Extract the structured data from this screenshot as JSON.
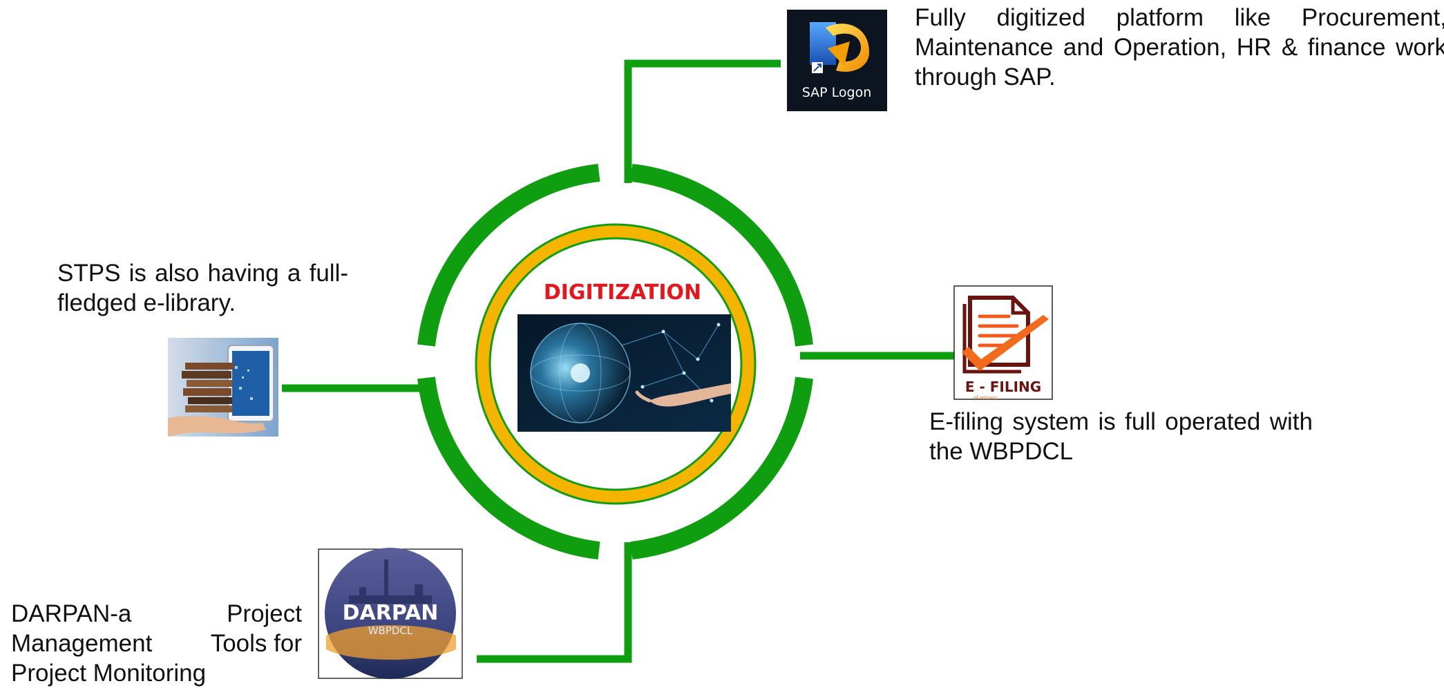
{
  "center": {
    "title": "DIGITIZATION",
    "image_icon": "globe-hand-network-icon"
  },
  "sap": {
    "icon": "sap-logon-icon",
    "icon_label": "SAP Logon",
    "text": "Fully digitized platform like Procurement, Maintenance and Operation, HR & finance work through SAP."
  },
  "efiling": {
    "icon": "e-filing-icon",
    "icon_label": "E - FILING",
    "icon_sublabel": "of returns",
    "text": "E-filing system is full operated with the WBPDCL"
  },
  "elibrary": {
    "icon": "tablet-books-icon",
    "text": "STPS is also having a full-fledged e-library."
  },
  "darpan": {
    "icon": "darpan-logo-icon",
    "logo_title": "DARPAN",
    "logo_subtitle": "WBPDCL",
    "line1_left": "DARPAN-a",
    "line1_right": "Project",
    "line2_left": "Management",
    "line2_right": "Tools for",
    "line3": "Project Monitoring"
  },
  "colors": {
    "green": "#0f9e0f",
    "gold": "#f5b400",
    "title_red": "#e8151c",
    "sap_bg": "#0c1420",
    "darpan_bg": "#3f4a82"
  }
}
